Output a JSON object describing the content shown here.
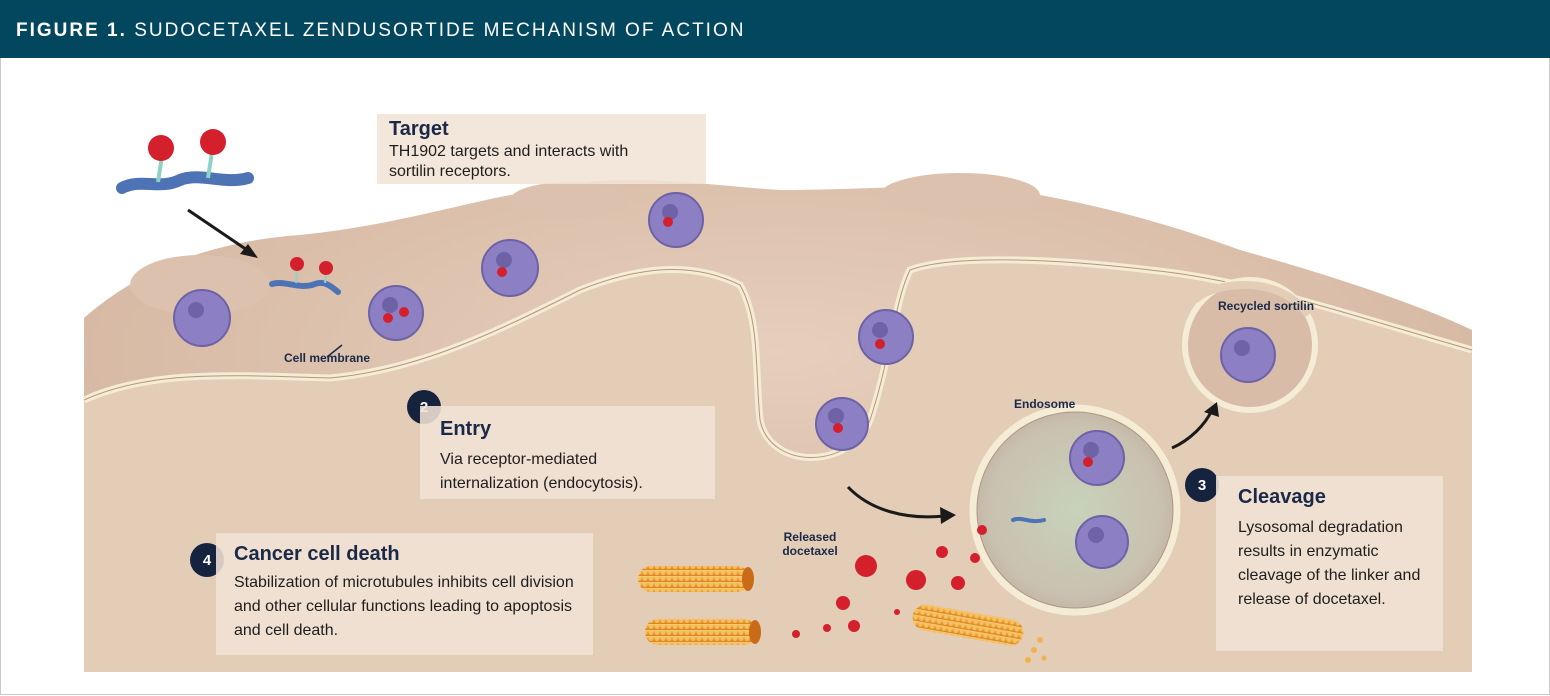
{
  "figure": {
    "label": "FIGURE 1.",
    "title": "SUDOCETAXEL ZENDUSORTIDE MECHANISM OF ACTION"
  },
  "steps": {
    "target": {
      "title": "Target",
      "text": "TH1902 targets and interacts with sortilin receptors."
    },
    "entry": {
      "number": "2",
      "title": "Entry",
      "text": "Via receptor-mediated internalization (endocytosis)."
    },
    "cleavage": {
      "number": "3",
      "title": "Cleavage",
      "text": "Lysosomal degradation results in enzymatic cleavage of the linker and release of docetaxel."
    },
    "death": {
      "number": "4",
      "title": "Cancer cell death",
      "text": "Stabilization of microtubules inhibits cell division and other cellular functions leading to apoptosis and cell death."
    }
  },
  "labels": {
    "cell_membrane": "Cell membrane",
    "endosome": "Endosome",
    "recycled": "Recycled sortilin",
    "released": "Released docetaxel"
  },
  "colors": {
    "header_bg": "#03475f",
    "cell": "#d9bda8",
    "membrane": "#f3ead2",
    "receptor": "#8c7fc4",
    "drug": "#d3202c",
    "microtubule": "#f2b24e",
    "badge": "#16233f"
  }
}
